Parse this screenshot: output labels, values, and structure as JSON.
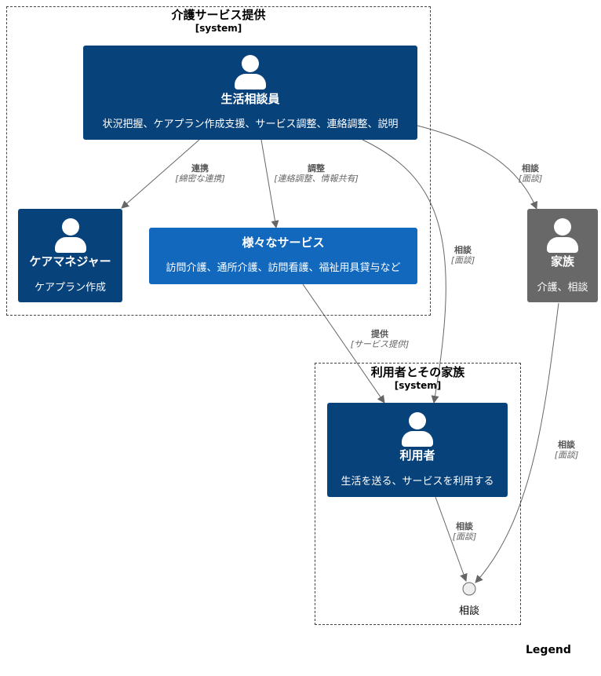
{
  "boundaries": {
    "care_service": {
      "title": "介護サービス提供",
      "type": "[system]"
    },
    "user_family": {
      "title": "利用者とその家族",
      "type": "[system]"
    }
  },
  "nodes": {
    "counselor": {
      "name": "生活相談員",
      "desc": "状況把握、ケアプラン作成支援、サービス調整、連絡調整、説明",
      "icon": "person-icon"
    },
    "care_manager": {
      "name": "ケアマネジャー",
      "desc": "ケアプラン作成",
      "icon": "person-icon"
    },
    "services": {
      "name": "様々なサービス",
      "desc": "訪問介護、通所介護、訪問看護、福祉用具貸与など"
    },
    "family": {
      "name": "家族",
      "desc": "介護、相談",
      "icon": "person-icon"
    },
    "user": {
      "name": "利用者",
      "desc": "生活を送る、サービスを利用する",
      "icon": "person-icon"
    }
  },
  "interface": {
    "label": "相談"
  },
  "edges": {
    "counselor_caremanager": {
      "label": "連携",
      "tech": "[綿密な連携]"
    },
    "counselor_services": {
      "label": "調整",
      "tech": "[連絡調整、情報共有]"
    },
    "counselor_family": {
      "label": "相談",
      "tech": "[面談]"
    },
    "counselor_user": {
      "label": "相談",
      "tech": "[面談]"
    },
    "services_user": {
      "label": "提供",
      "tech": "[サービス提供]"
    },
    "family_iface": {
      "label": "相談",
      "tech": "[面談]"
    },
    "user_iface": {
      "label": "相談",
      "tech": "[面談]"
    }
  },
  "legend": {
    "title": "Legend"
  },
  "colors": {
    "person": "#08427B",
    "system": "#1168BD",
    "external_person": "#686868",
    "edge": "#666666"
  }
}
